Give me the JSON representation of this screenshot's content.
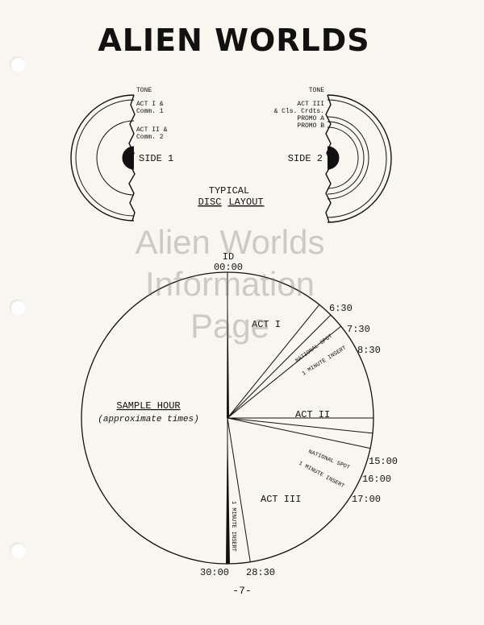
{
  "header": {
    "title": "ALIEN WORLDS"
  },
  "disc_layout": {
    "caption_line1": "TYPICAL",
    "caption_line2_a": "DISC",
    "caption_line2_b": "LAYOUT",
    "side1": {
      "label": "SIDE 1",
      "tone": "TONE",
      "band1_line1": "ACT I &",
      "band1_line2": "Comm. 1",
      "band2_line1": "ACT II &",
      "band2_line2": "Comm. 2"
    },
    "side2": {
      "label": "SIDE 2",
      "tone": "TONE",
      "band1_line1": "ACT III",
      "band1_line2": "& Cls. Crdts.",
      "promo_a": "PROMO A",
      "promo_b": "PROMO B"
    }
  },
  "watermark": {
    "line1": "Alien Worlds",
    "line2": "Information",
    "line3": "Page"
  },
  "sample_hour": {
    "center_title": "SAMPLE HOUR",
    "center_subtitle": "(approximate times)",
    "top_label": "ID",
    "segments": [
      {
        "label": "ACT I",
        "start": "00:00",
        "end": "6:30"
      },
      {
        "label": "NATIONAL SPOT",
        "start": "6:30",
        "end": "7:30"
      },
      {
        "label": "1 MINUTE INSERT",
        "start": "7:30",
        "end": "8:30"
      },
      {
        "label": "ACT II",
        "start": "8:30",
        "end": "15:00"
      },
      {
        "label": "NATIONAL SPOT",
        "start": "15:00",
        "end": "16:00"
      },
      {
        "label": "1 MINUTE INSERT",
        "start": "16:00",
        "end": "17:00"
      },
      {
        "label": "ACT III",
        "start": "17:00",
        "end": "28:30"
      },
      {
        "label": "1 MINUTE INSERT",
        "start": "28:30",
        "end": "30:00"
      }
    ],
    "time_labels": [
      "00:00",
      "6:30",
      "7:30",
      "8:30",
      "15:00",
      "16:00",
      "17:00",
      "28:30",
      "30:00"
    ]
  },
  "footer": {
    "page_number": "-7-"
  }
}
